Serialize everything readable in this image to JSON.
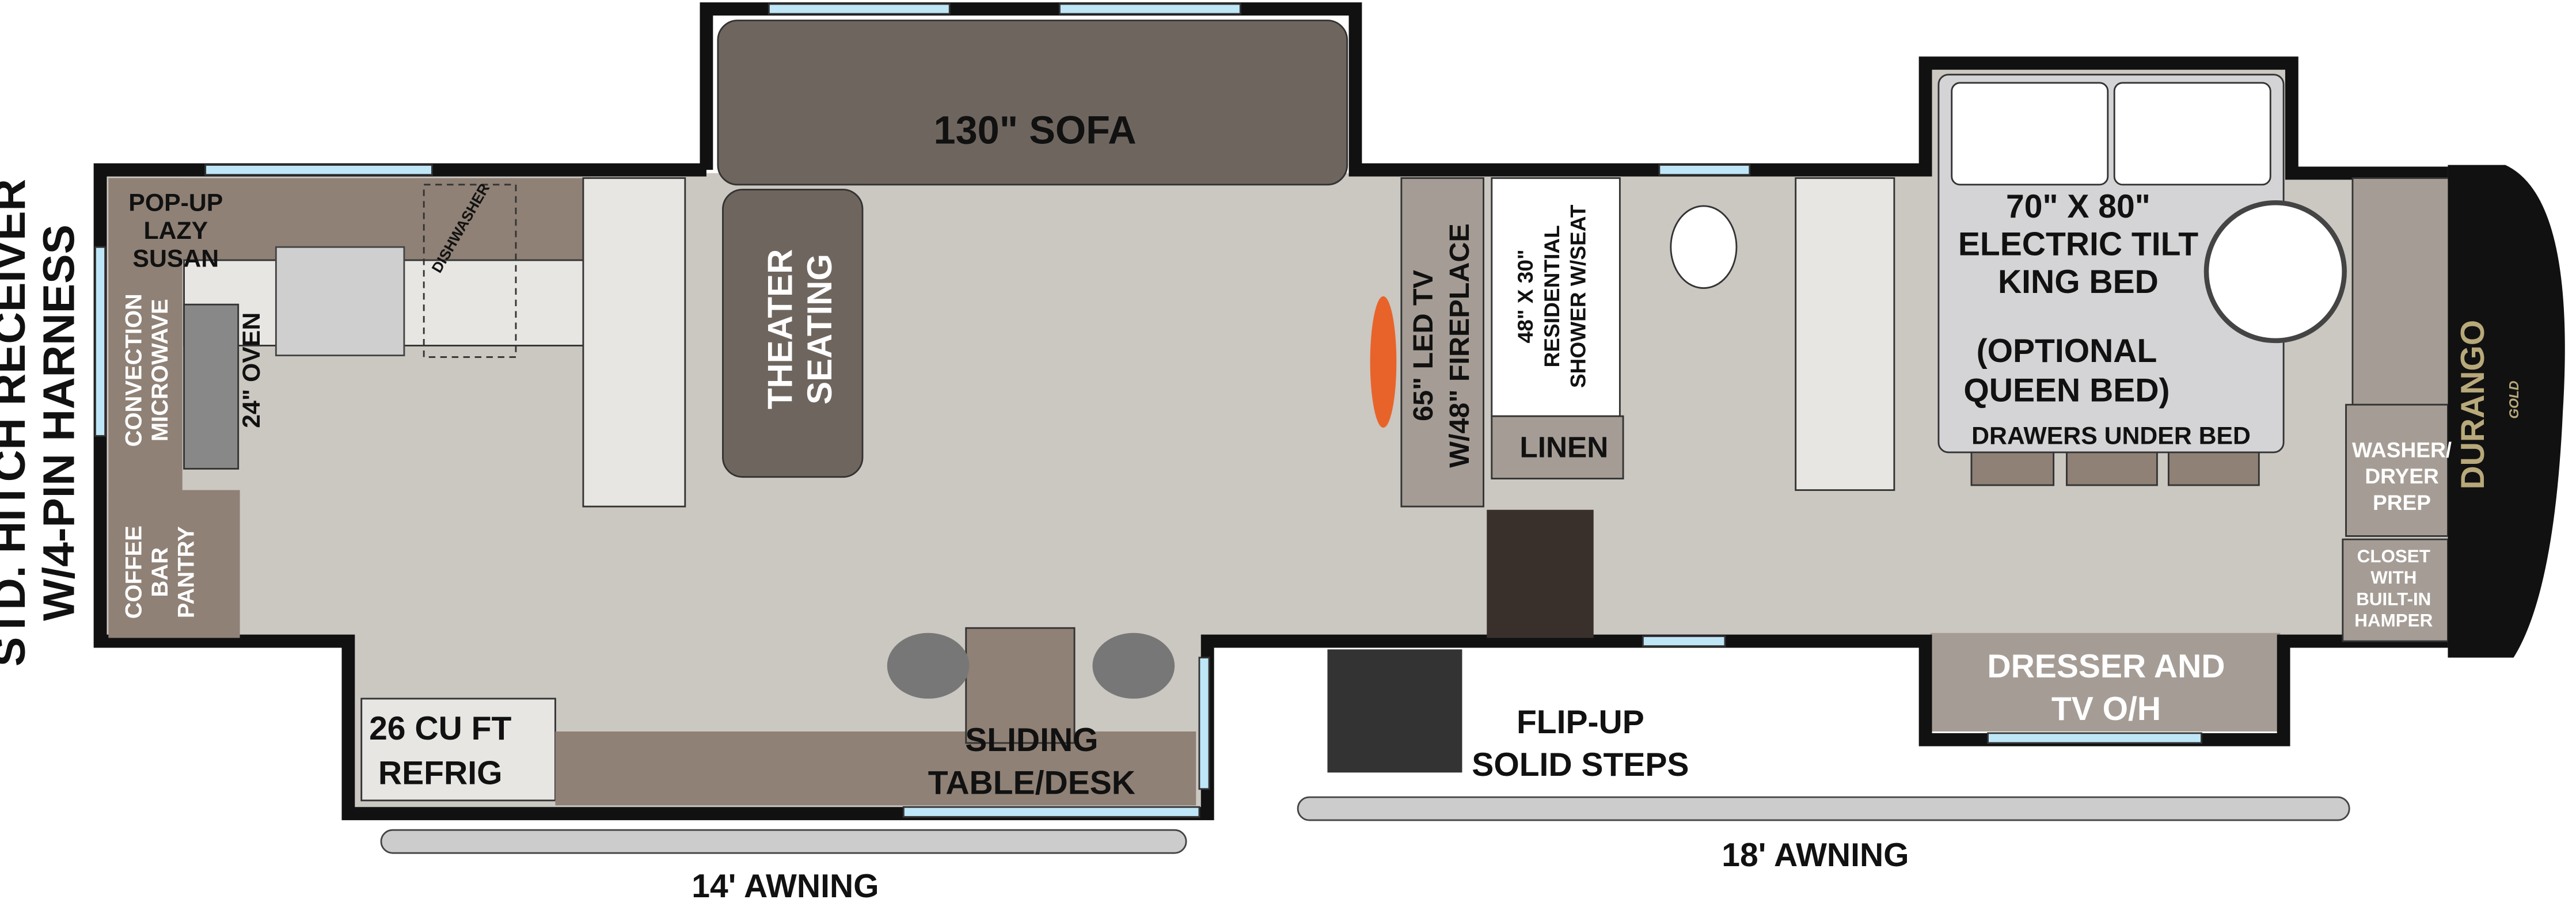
{
  "floorplan": {
    "hitch": [
      "STD. HITCH RECEIVER",
      "W/4-PIN HARNESS"
    ],
    "lazy_susan": [
      "POP-UP",
      "LAZY",
      "SUSAN"
    ],
    "microwave": [
      "CONVECTION",
      "MICROWAVE"
    ],
    "oven": "24\" OVEN",
    "dishwasher": "DISHWASHER",
    "pantry": [
      "COFFEE",
      "BAR",
      "PANTRY"
    ],
    "sofa": "130\" SOFA",
    "theater": [
      "THEATER",
      "SEATING"
    ],
    "refrig": [
      "26 CU FT",
      "REFRIG"
    ],
    "table": [
      "SLIDING",
      "TABLE/DESK"
    ],
    "tv": [
      "65\" LED TV",
      "W/48\" FIREPLACE"
    ],
    "shower": [
      "48\" X 30\"",
      "RESIDENTIAL",
      "SHOWER W/SEAT"
    ],
    "linen": "LINEN",
    "steps": [
      "FLIP-UP",
      "SOLID STEPS"
    ],
    "bed": [
      "70\" X 80\"",
      "ELECTRIC TILT",
      "KING BED",
      "(OPTIONAL",
      "QUEEN BED)",
      "DRAWERS UNDER BED"
    ],
    "washer": [
      "WASHER/",
      "DRYER",
      "PREP"
    ],
    "closet": [
      "CLOSET",
      "WITH",
      "BUILT-IN",
      "HAMPER"
    ],
    "dresser": [
      "DRESSER AND",
      "TV O/H"
    ],
    "awning_front": "14' AWNING",
    "awning_rear": "18' AWNING",
    "brand": "DURANGO",
    "brand_sub": "GOLD"
  },
  "colors": {
    "floor": "#cbc7c1",
    "wall": "#111111",
    "cabinet": "#8f8176",
    "counter": "#e8e6e3",
    "sofa": "#6e665e",
    "panel": "#a59d95",
    "window": "#bfe6f7"
  }
}
